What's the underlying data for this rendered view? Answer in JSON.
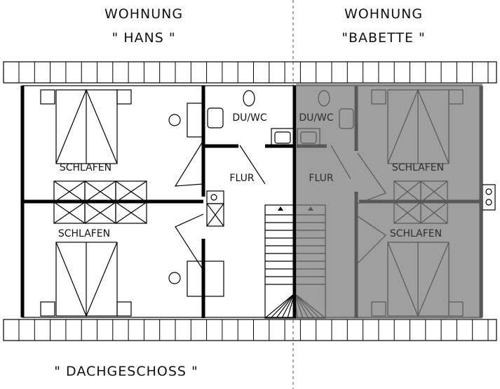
{
  "header": {
    "left": {
      "line1": "WOHNUNG",
      "line2": "\" HANS \""
    },
    "right": {
      "line1": "WOHNUNG",
      "line2": "\"BABETTE \""
    }
  },
  "rooms": {
    "hans": {
      "bed_top": "SCHLAFEN",
      "bed_bottom": "SCHLAFEN",
      "bath": "DU/WC",
      "hall": "FLUR"
    },
    "babette": {
      "bed_top": "SCHLAFEN",
      "bed_bottom": "SCHLAFEN",
      "bath": "DU/WC",
      "hall": "FLUR"
    }
  },
  "footer": {
    "floor": "\" DACHGESCHOSS \""
  },
  "colors": {
    "highlight": "#808080"
  }
}
